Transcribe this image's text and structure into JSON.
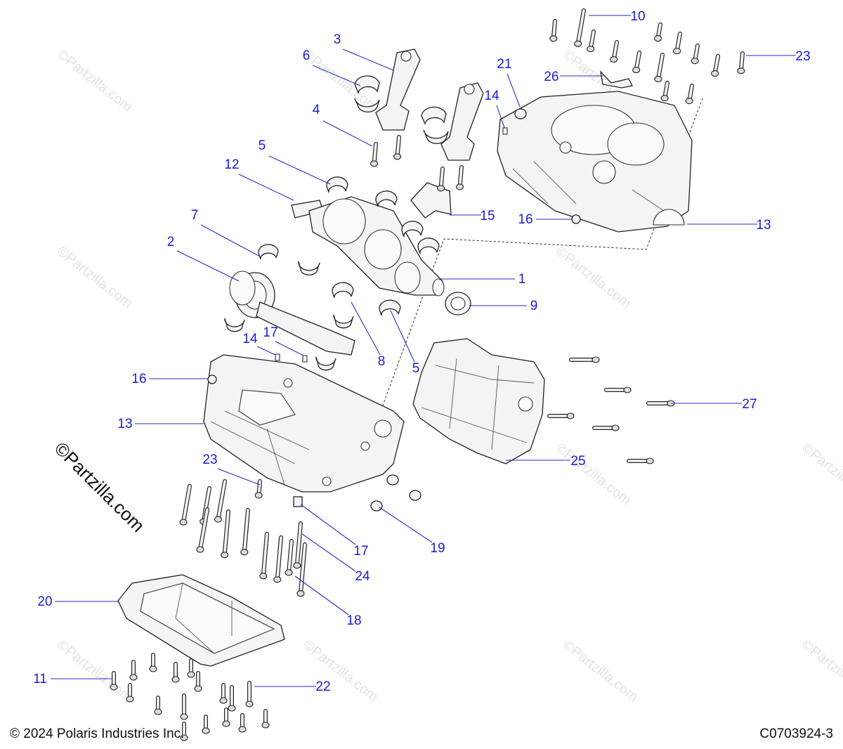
{
  "watermark": {
    "text": "©Partzilla.com"
  },
  "callouts": [
    {
      "id": "c1",
      "label": "1"
    },
    {
      "id": "c2",
      "label": "2"
    },
    {
      "id": "c3",
      "label": "3"
    },
    {
      "id": "c4",
      "label": "4"
    },
    {
      "id": "c5a",
      "label": "5"
    },
    {
      "id": "c5b",
      "label": "5"
    },
    {
      "id": "c6",
      "label": "6"
    },
    {
      "id": "c7",
      "label": "7"
    },
    {
      "id": "c8",
      "label": "8"
    },
    {
      "id": "c9",
      "label": "9"
    },
    {
      "id": "c10",
      "label": "10"
    },
    {
      "id": "c11",
      "label": "11"
    },
    {
      "id": "c12",
      "label": "12"
    },
    {
      "id": "c13a",
      "label": "13"
    },
    {
      "id": "c13b",
      "label": "13"
    },
    {
      "id": "c14a",
      "label": "14"
    },
    {
      "id": "c14b",
      "label": "14"
    },
    {
      "id": "c15",
      "label": "15"
    },
    {
      "id": "c16a",
      "label": "16"
    },
    {
      "id": "c16b",
      "label": "16"
    },
    {
      "id": "c17a",
      "label": "17"
    },
    {
      "id": "c17b",
      "label": "17"
    },
    {
      "id": "c18",
      "label": "18"
    },
    {
      "id": "c19",
      "label": "19"
    },
    {
      "id": "c20",
      "label": "20"
    },
    {
      "id": "c21",
      "label": "21"
    },
    {
      "id": "c22",
      "label": "22"
    },
    {
      "id": "c23a",
      "label": "23"
    },
    {
      "id": "c23b",
      "label": "23"
    },
    {
      "id": "c24",
      "label": "24"
    },
    {
      "id": "c25",
      "label": "25"
    },
    {
      "id": "c26",
      "label": "26"
    },
    {
      "id": "c27",
      "label": "27"
    }
  ],
  "footer": {
    "copyright": "© 2024 Polaris Industries Inc.",
    "drawing_id": "C0703924-3"
  }
}
